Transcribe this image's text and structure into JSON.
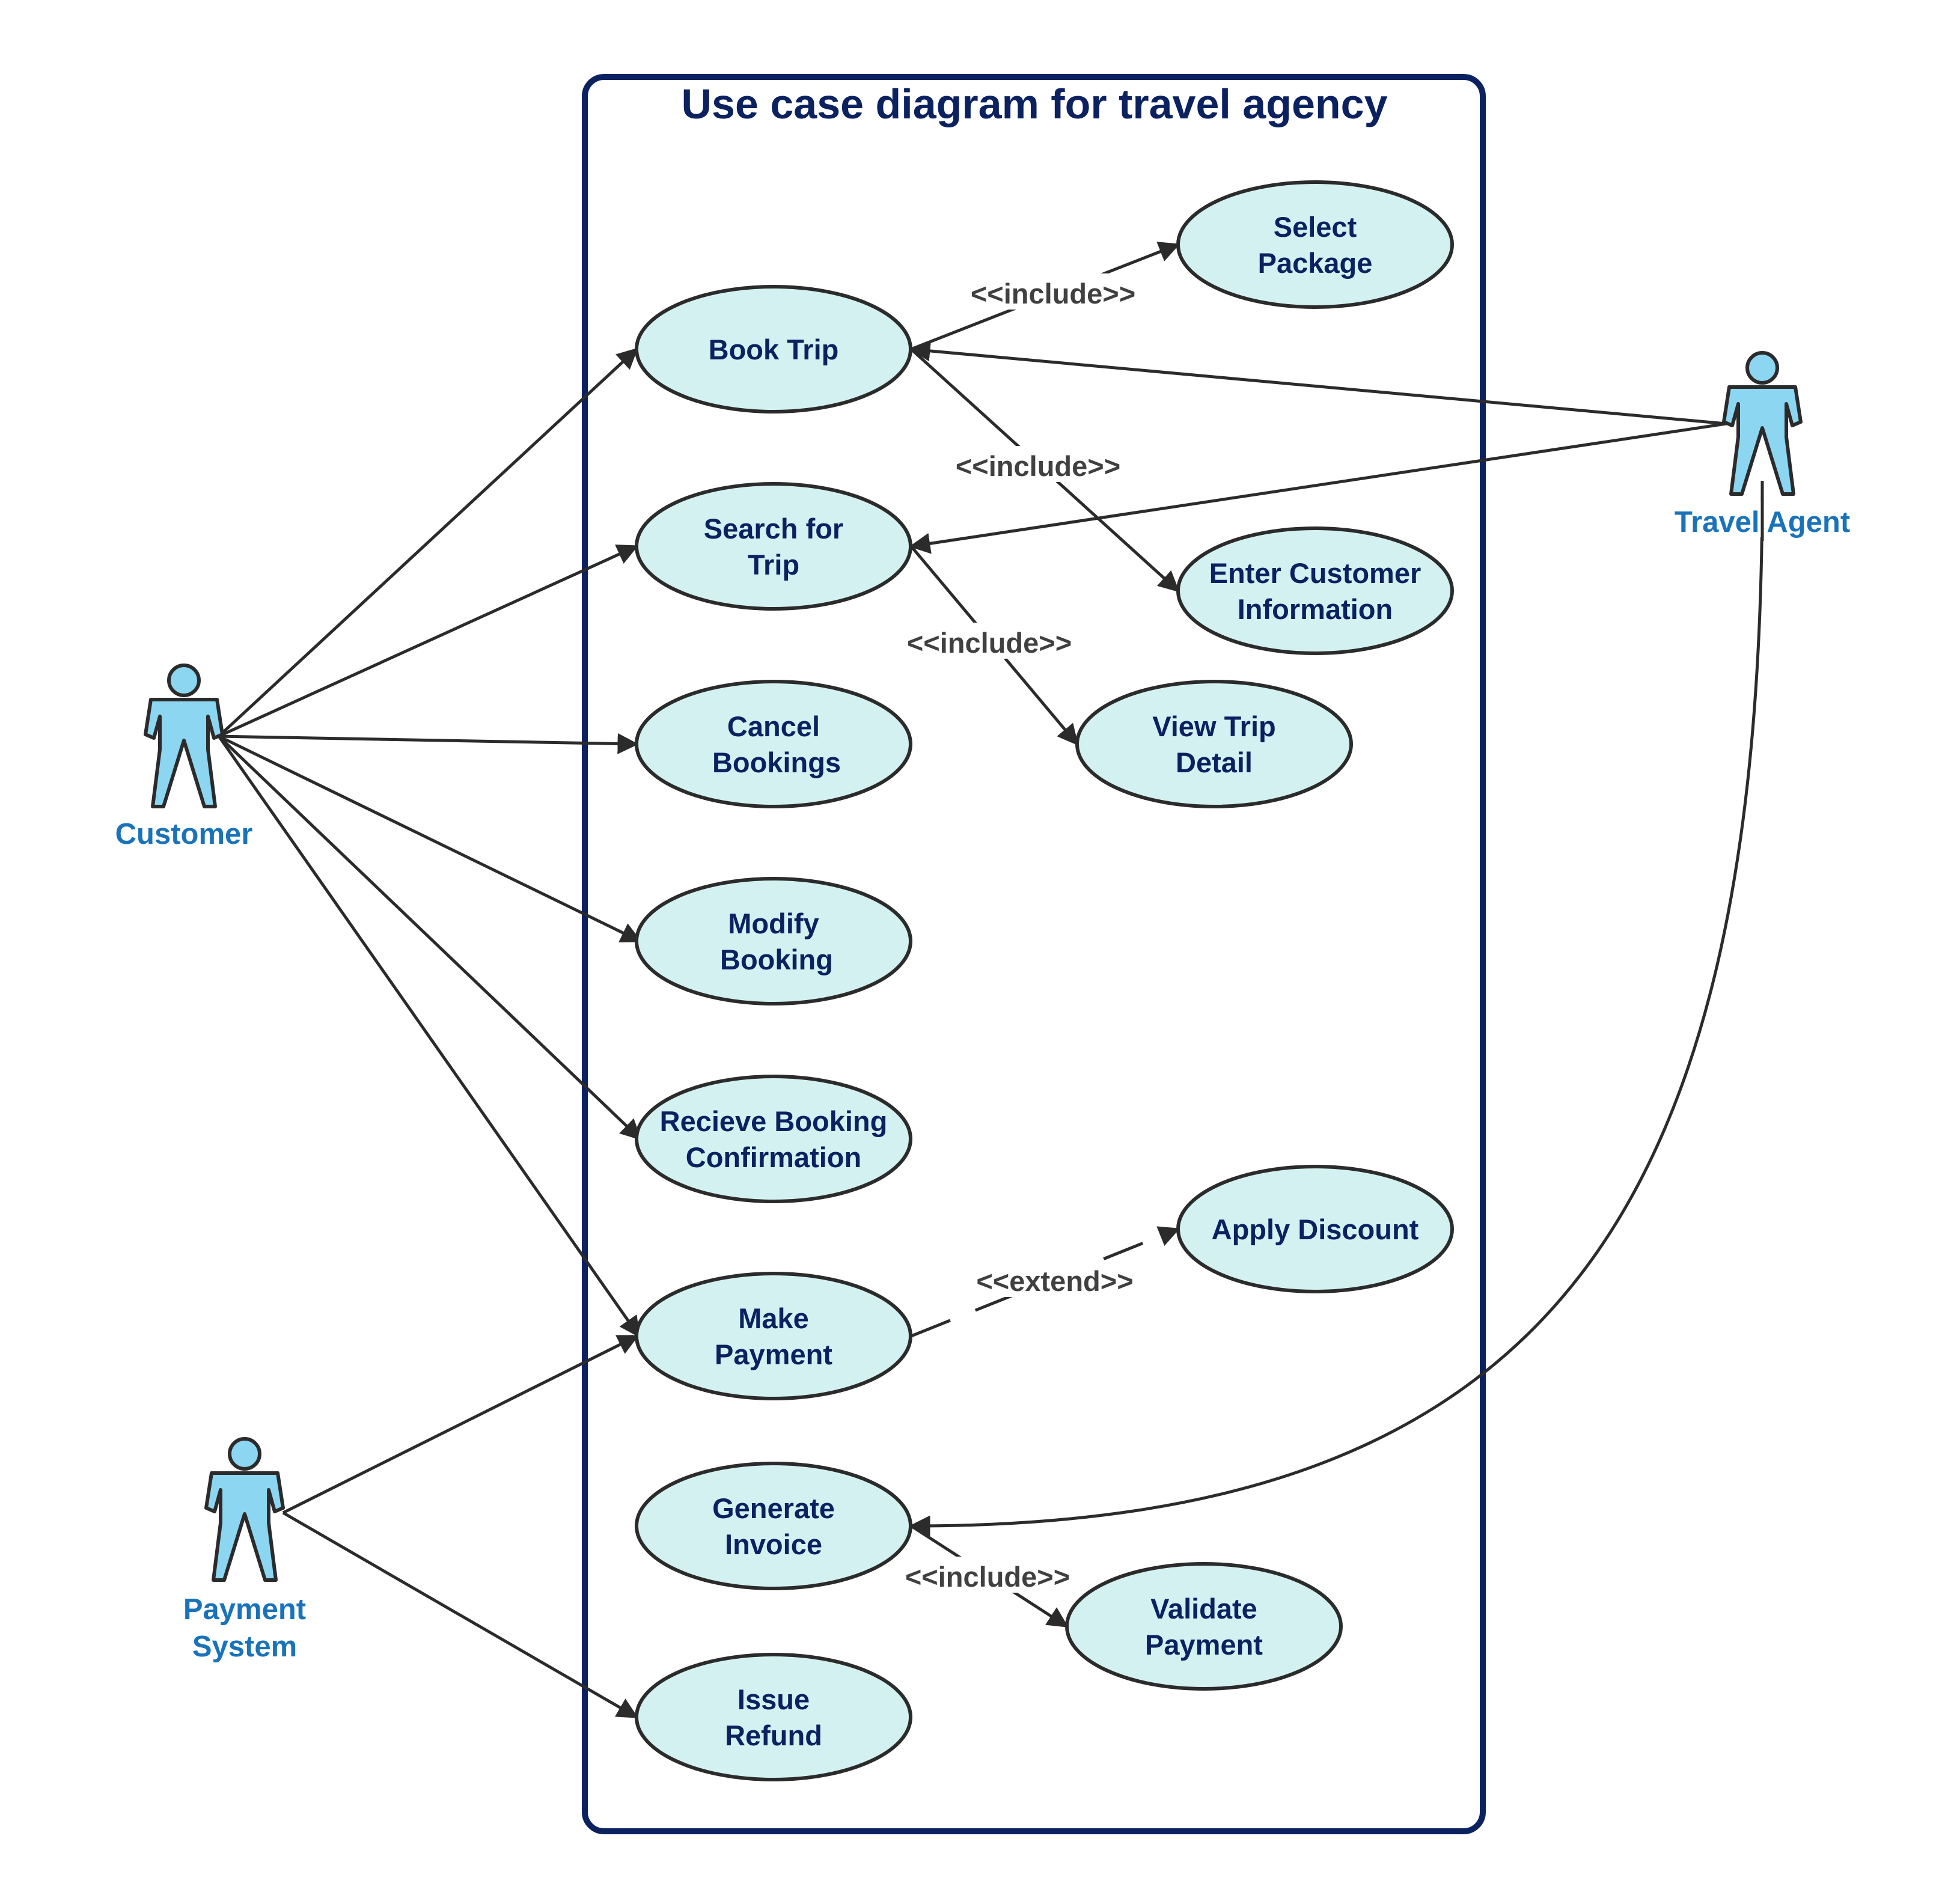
{
  "title": "Use case diagram for travel agency",
  "colors": {
    "boundary": "#0B2160",
    "use_case_fill": "#D4F1F1",
    "use_case_text": "#0B2160",
    "actor_fill": "#8DD6F2",
    "actor_label": "#1A73BA",
    "edge": "#2B2B2B",
    "relation_label": "#404040"
  },
  "actors": [
    {
      "id": "customer",
      "label_lines": [
        "Customer"
      ]
    },
    {
      "id": "travel_agent",
      "label_lines": [
        "Travel Agent"
      ]
    },
    {
      "id": "payment_system",
      "label_lines": [
        "Payment",
        "System"
      ]
    }
  ],
  "use_cases": [
    {
      "id": "book_trip",
      "lines": [
        "Book Trip"
      ]
    },
    {
      "id": "search_trip",
      "lines": [
        "Search for",
        "Trip"
      ]
    },
    {
      "id": "cancel_bookings",
      "lines": [
        "Cancel",
        "Bookings"
      ]
    },
    {
      "id": "modify_booking",
      "lines": [
        "Modify",
        "Booking"
      ]
    },
    {
      "id": "receive_confirmation",
      "lines": [
        "Recieve Booking",
        "Confirmation"
      ]
    },
    {
      "id": "make_payment",
      "lines": [
        "Make",
        "Payment"
      ]
    },
    {
      "id": "generate_invoice",
      "lines": [
        "Generate",
        "Invoice"
      ]
    },
    {
      "id": "issue_refund",
      "lines": [
        "Issue",
        "Refund"
      ]
    },
    {
      "id": "select_package",
      "lines": [
        "Select",
        "Package"
      ]
    },
    {
      "id": "enter_customer_info",
      "lines": [
        "Enter Customer",
        "Information"
      ]
    },
    {
      "id": "view_trip_detail",
      "lines": [
        "View Trip",
        "Detail"
      ]
    },
    {
      "id": "apply_discount",
      "lines": [
        "Apply Discount"
      ]
    },
    {
      "id": "validate_payment",
      "lines": [
        "Validate",
        "Payment"
      ]
    }
  ],
  "relations": [
    {
      "from": "customer",
      "to": "book_trip",
      "type": "association"
    },
    {
      "from": "customer",
      "to": "search_trip",
      "type": "association"
    },
    {
      "from": "customer",
      "to": "cancel_bookings",
      "type": "association"
    },
    {
      "from": "customer",
      "to": "modify_booking",
      "type": "association"
    },
    {
      "from": "customer",
      "to": "receive_confirmation",
      "type": "association"
    },
    {
      "from": "customer",
      "to": "make_payment",
      "type": "association"
    },
    {
      "from": "travel_agent",
      "to": "book_trip",
      "type": "association"
    },
    {
      "from": "travel_agent",
      "to": "search_trip",
      "type": "association"
    },
    {
      "from": "travel_agent",
      "to": "generate_invoice",
      "type": "association"
    },
    {
      "from": "payment_system",
      "to": "make_payment",
      "type": "association"
    },
    {
      "from": "payment_system",
      "to": "issue_refund",
      "type": "association"
    },
    {
      "from": "book_trip",
      "to": "select_package",
      "type": "include",
      "label": "<<include>>"
    },
    {
      "from": "book_trip",
      "to": "enter_customer_info",
      "type": "include",
      "label": "<<include>>"
    },
    {
      "from": "search_trip",
      "to": "view_trip_detail",
      "type": "include",
      "label": "<<include>>"
    },
    {
      "from": "make_payment",
      "to": "apply_discount",
      "type": "extend",
      "label": "<<extend>>"
    },
    {
      "from": "generate_invoice",
      "to": "validate_payment",
      "type": "include",
      "label": "<<include>>"
    }
  ]
}
